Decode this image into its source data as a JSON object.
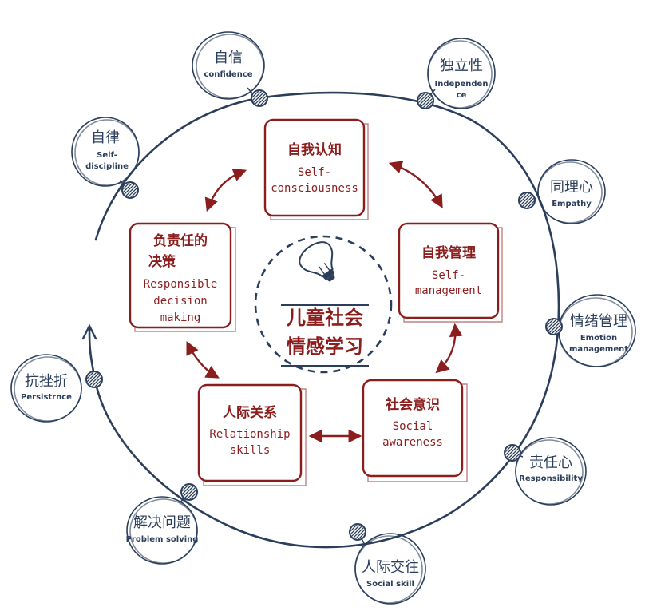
{
  "center": {
    "line1": "儿童社会",
    "line2": "情感学习"
  },
  "core": [
    {
      "id": "self-consciousness",
      "cn": "自我认知",
      "en": [
        "Self-",
        "consciousness"
      ]
    },
    {
      "id": "self-management",
      "cn": "自我管理",
      "en": [
        "Self-",
        "management"
      ]
    },
    {
      "id": "social-awareness",
      "cn": "社会意识",
      "en": [
        "Social",
        "awareness"
      ]
    },
    {
      "id": "relationship-skills",
      "cn": "人际关系",
      "en": [
        "Relationship",
        "skills"
      ]
    },
    {
      "id": "responsible-decision",
      "cn": [
        "负责任的",
        "决策"
      ],
      "en": [
        "Responsible",
        "decision",
        "making"
      ]
    }
  ],
  "outer": [
    {
      "id": "confidence",
      "cn": "自信",
      "en": [
        "confidence"
      ]
    },
    {
      "id": "independence",
      "cn": "独立性",
      "en": [
        "Independen",
        "ce"
      ]
    },
    {
      "id": "self-discipline",
      "cn": "自律",
      "en": [
        "Self-",
        "discipline"
      ]
    },
    {
      "id": "empathy",
      "cn": "同理心",
      "en": [
        "Empathy"
      ]
    },
    {
      "id": "emotion-management",
      "cn": "情绪管理",
      "en": [
        "Emotion",
        "management"
      ]
    },
    {
      "id": "persistence",
      "cn": "抗挫折",
      "en": [
        "Persistrnce"
      ]
    },
    {
      "id": "responsibility",
      "cn": "责任心",
      "en": [
        "Responsibility"
      ]
    },
    {
      "id": "problem-solving",
      "cn": "解决问题",
      "en": [
        "Problem solving"
      ]
    },
    {
      "id": "social-skill",
      "cn": "人际交往",
      "en": [
        "Social skill"
      ]
    }
  ]
}
